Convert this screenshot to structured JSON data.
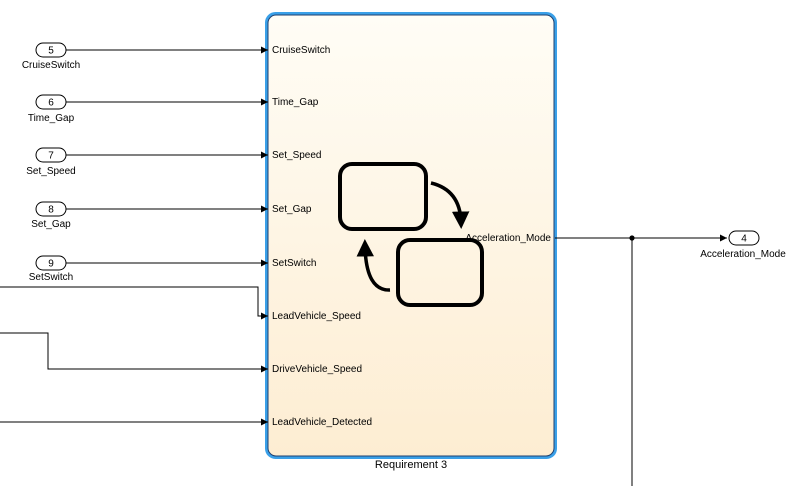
{
  "block": {
    "name": "Requirement 3",
    "fill_top": "#fffdf6",
    "fill_bottom": "#fdedd2",
    "border_outer": "#3aa0e8",
    "border_inner": "#1f3f6e"
  },
  "inports": [
    {
      "number": "5",
      "name": "CruiseSwitch",
      "port_label": "CruiseSwitch"
    },
    {
      "number": "6",
      "name": "Time_Gap",
      "port_label": "Time_Gap"
    },
    {
      "number": "7",
      "name": "Set_Speed",
      "port_label": "Set_Speed"
    },
    {
      "number": "8",
      "name": "Set_Gap",
      "port_label": "Set_Gap"
    },
    {
      "number": "9",
      "name": "SetSwitch",
      "port_label": "SetSwitch"
    }
  ],
  "extra_inputs": [
    {
      "port_label": "LeadVehicle_Speed"
    },
    {
      "port_label": "DriveVehicle_Speed"
    },
    {
      "port_label": "LeadVehicle_Detected"
    }
  ],
  "output": {
    "port_label": "Acceleration_Mode",
    "number": "4",
    "name": "Acceleration_Mode"
  },
  "icons": {
    "chart_icon": "stateflow-chart-icon"
  }
}
